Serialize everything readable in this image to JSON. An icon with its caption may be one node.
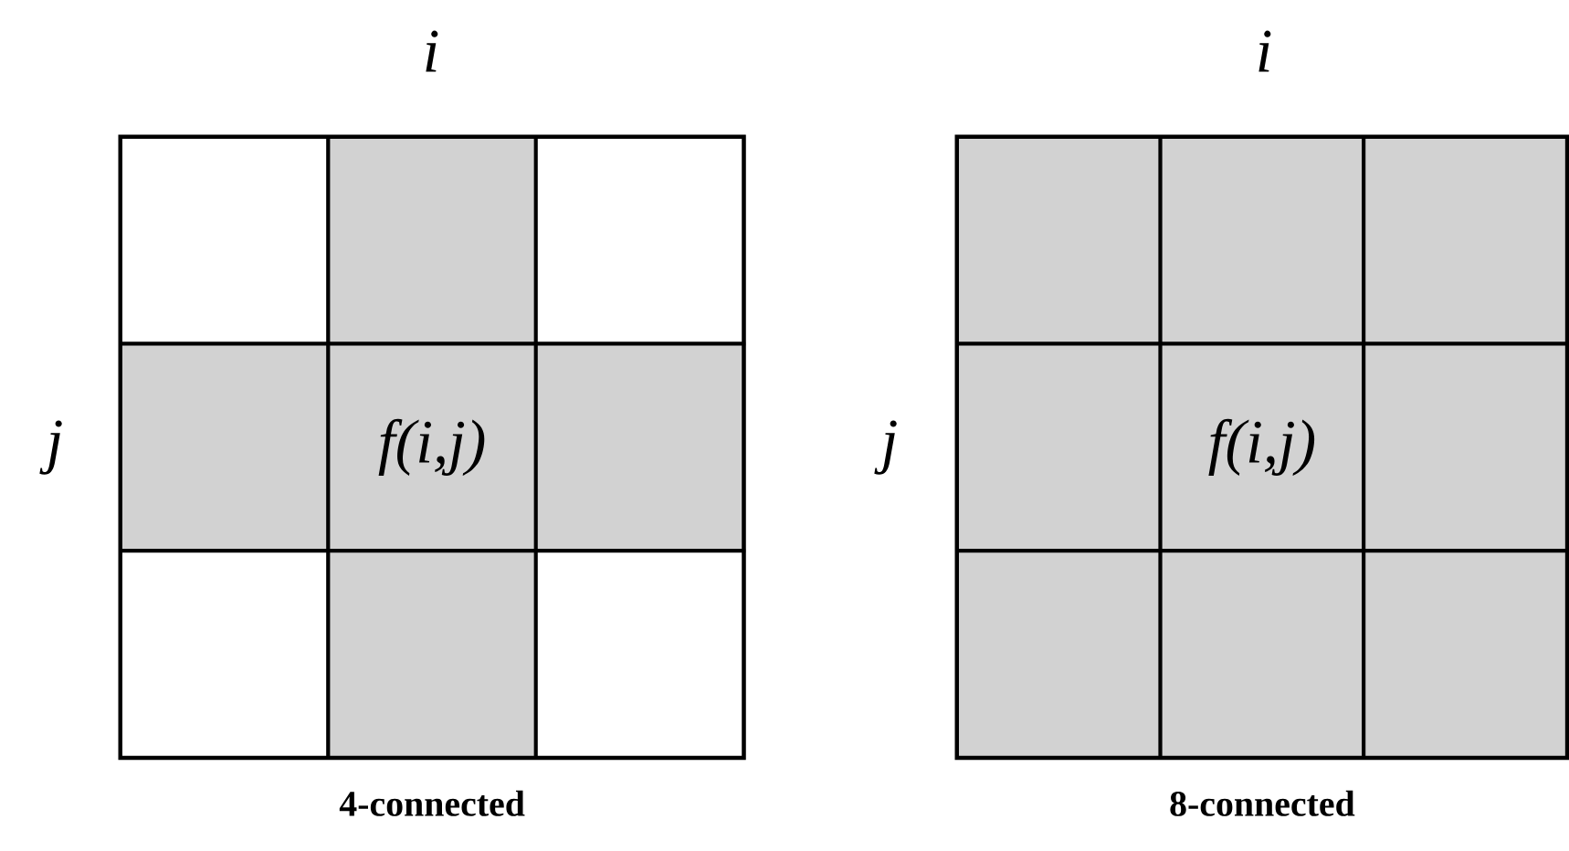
{
  "diagram": {
    "nodes": [
      {
        "text": [],
        "shape": "box",
        "beside": [
          "4-connected"
        ]
      },
      {
        "text": [],
        "shape": "box",
        "in": 0
      },
      {
        "text": [],
        "shape": "box",
        "in": 0
      },
      {
        "text": [],
        "shape": "box",
        "in": 0
      },
      {
        "text": [],
        "shape": "box",
        "in": 0
      },
      {
        "text": [
          "f(i,j)"
        ],
        "in": 0
      },
      {
        "text": [],
        "shape": "box",
        "in": 0
      },
      {
        "text": [],
        "shape": "box",
        "in": 0
      },
      {
        "text": [],
        "shape": "box",
        "in": 0
      },
      {
        "text": [],
        "shape": "box",
        "in": 0
      },
      {
        "text": [],
        "shape": "box",
        "beside": [
          "8-connected"
        ]
      },
      {
        "text": [],
        "shape": "box",
        "in": 10
      },
      {
        "text": [],
        "shape": "box",
        "in": 10
      },
      {
        "text": [],
        "shape": "box",
        "in": 10
      },
      {
        "text": [],
        "shape": "box",
        "in": 10
      },
      {
        "text": [
          "f(i,j)"
        ],
        "in": 10
      },
      {
        "text": [],
        "shape": "box",
        "in": 10
      },
      {
        "text": [],
        "shape": "box",
        "in": 10
      },
      {
        "text": [],
        "shape": "box",
        "in": 10
      },
      {
        "text": [],
        "shape": "box",
        "in": 10
      }
    ],
    "labels": [
      "i",
      "i",
      "j",
      "j"
    ]
  }
}
